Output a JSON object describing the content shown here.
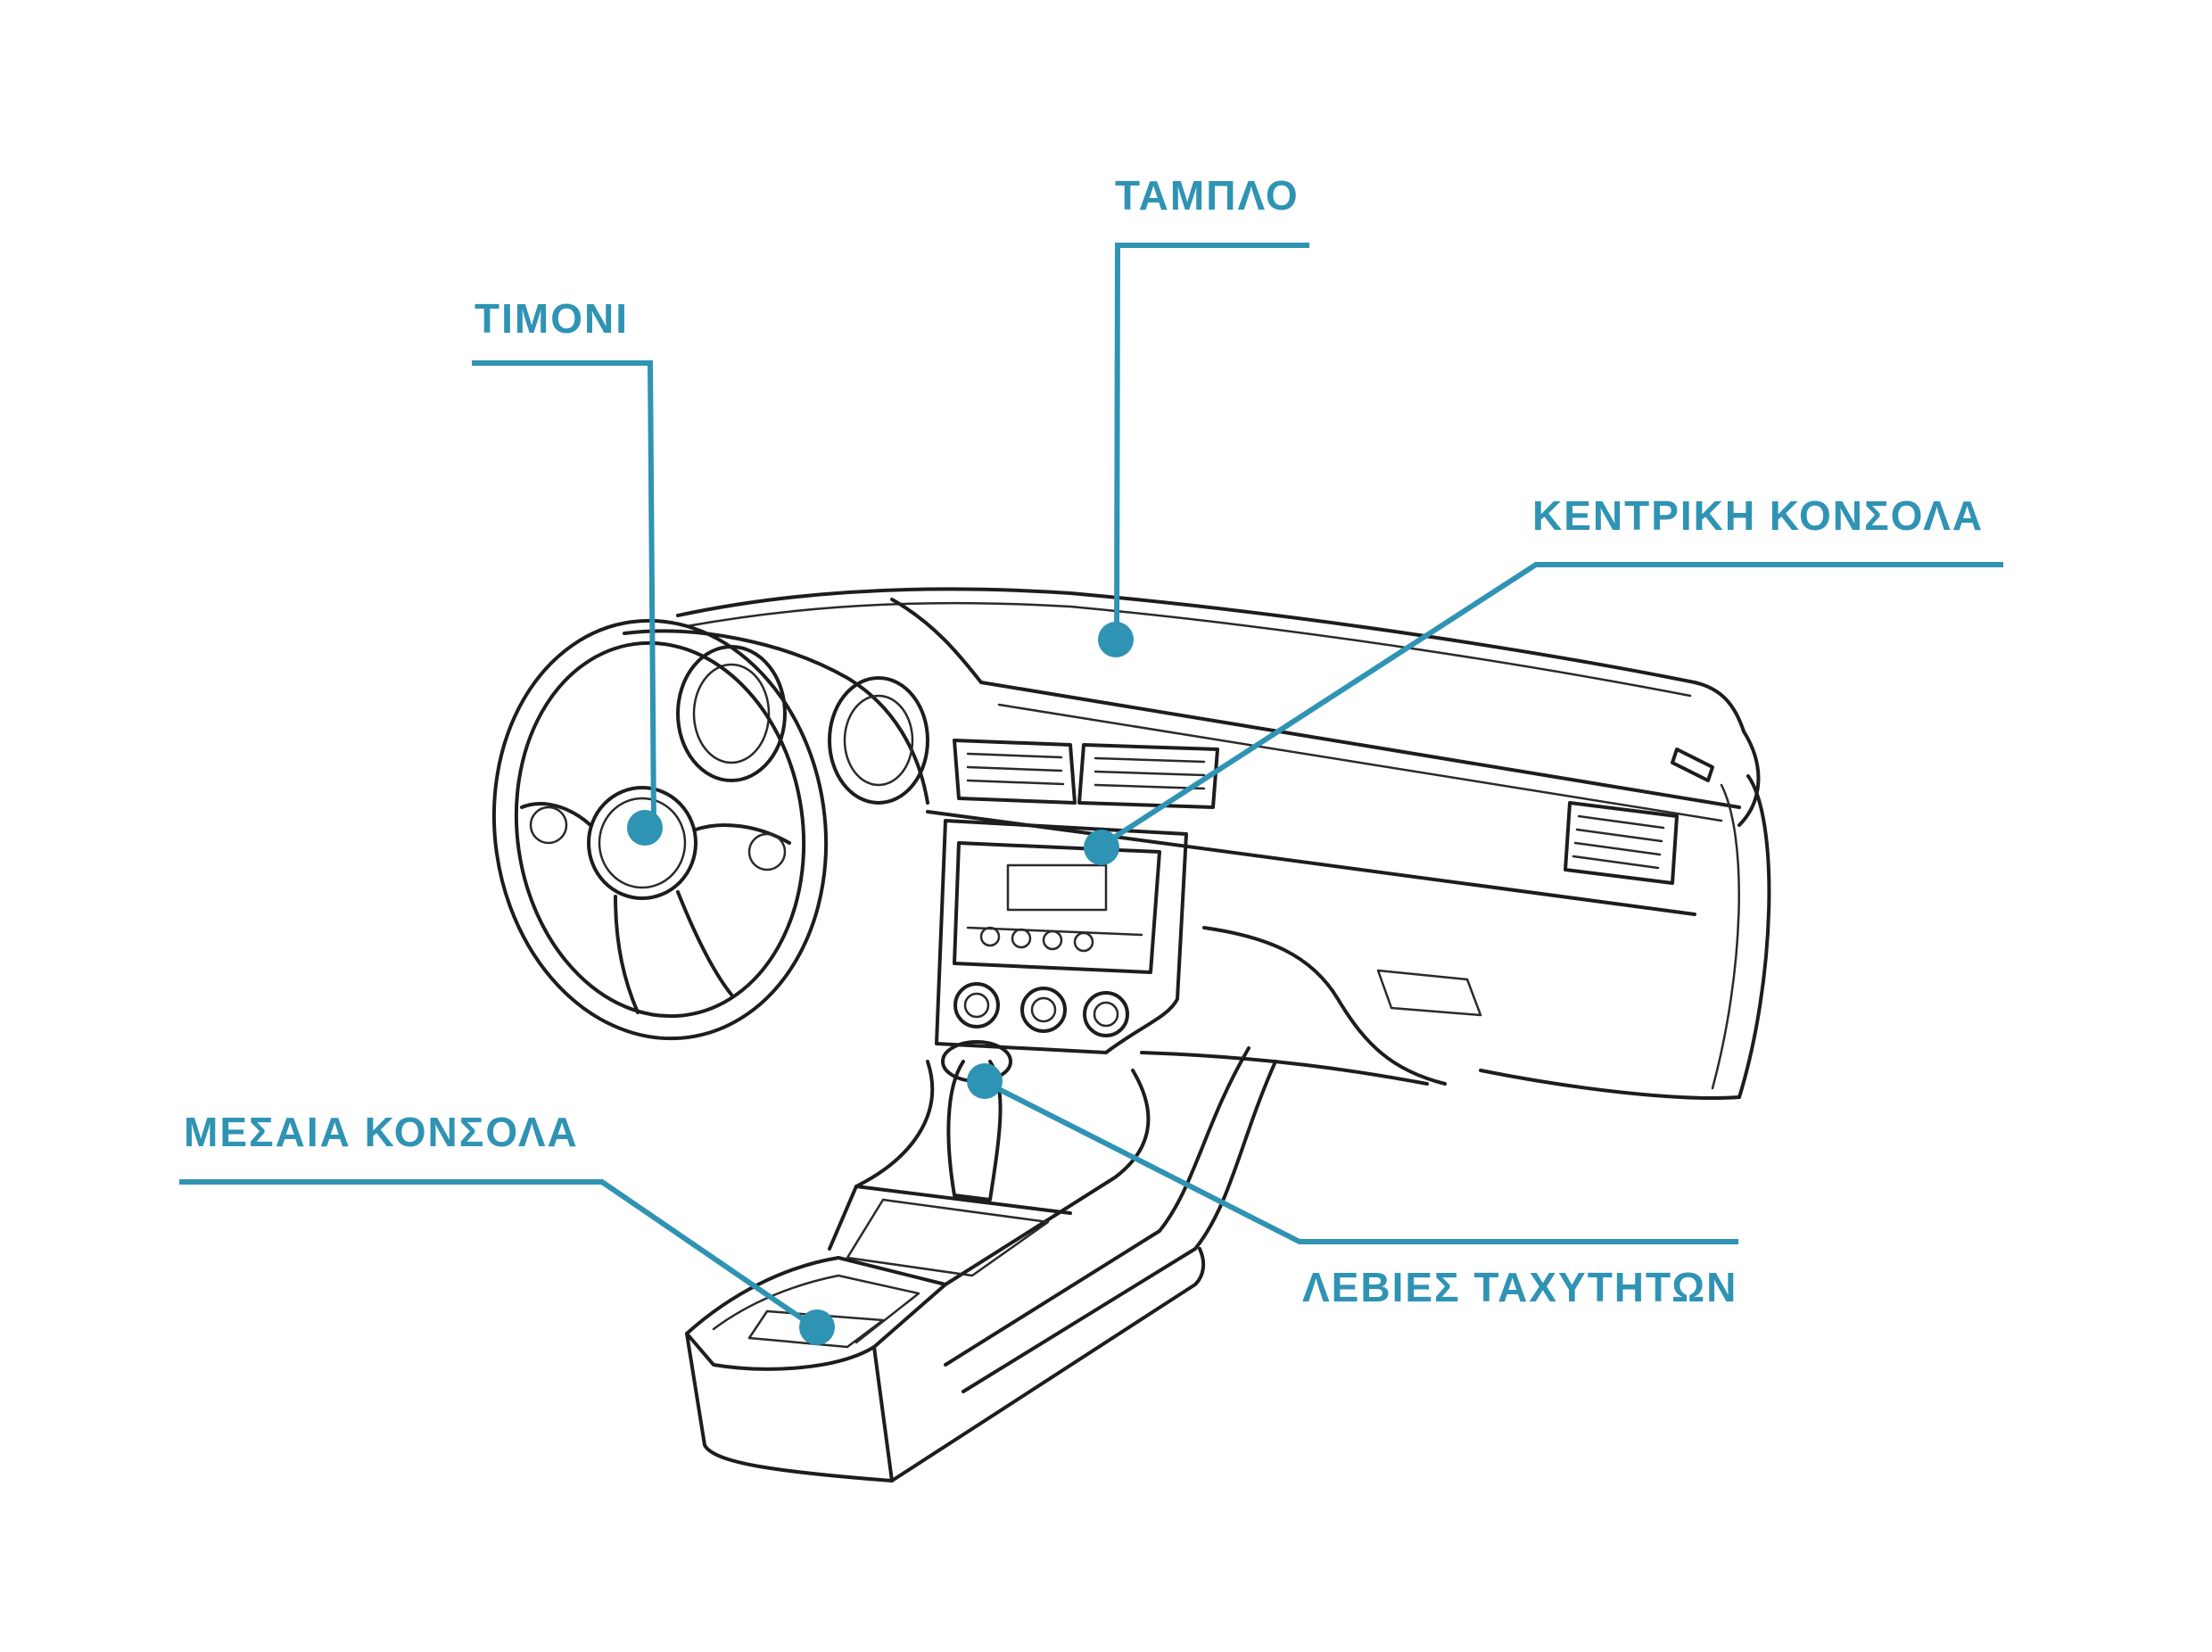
{
  "colors": {
    "accent": "#2f93b4",
    "ink": "#1d1d1d",
    "background": "#ffffff"
  },
  "labels": {
    "dashboard": "ΤΑΜΠΛΟ",
    "steering_wheel": "ΤΙΜΟΝΙ",
    "center_console": "ΚΕΝΤΡΙΚΗ ΚΟΝΣΟΛΑ",
    "middle_console": "ΜΕΣΑΙΑ ΚΟΝΣΟΛΑ",
    "gear_lever": "ΛΕΒΙΕΣ ΤΑΧΥΤΗΤΩΝ"
  }
}
